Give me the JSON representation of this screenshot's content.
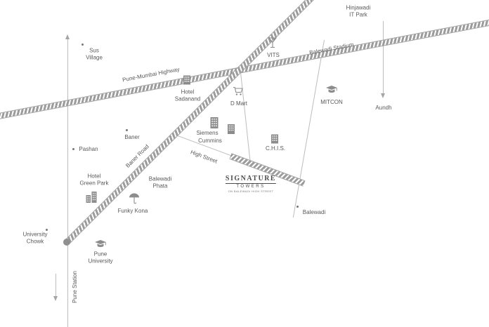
{
  "map": {
    "roads": {
      "pune_mumbai_highway": "Pune-Mumbai Highway",
      "baner_road": "Baner Road",
      "high_street": "High Street",
      "balewadi_stadium": "Balewadi Stadium",
      "pune_station": "Pune Station"
    },
    "places": {
      "sus_village": {
        "line1": "Sus",
        "line2": "Village"
      },
      "hinjawadi": {
        "line1": "Hinjawadi",
        "line2": "IT Park"
      },
      "vits": "VITS",
      "hotel_sadanand": {
        "line1": "Hotel",
        "line2": "Sadanand"
      },
      "d_mart": "D Mart",
      "mitcon": "MITCON",
      "aundh": "Aundh",
      "baner": "Baner",
      "pashan": "Pashan",
      "siemens": "Siemens",
      "cummins": "Cummins",
      "chis": "C.H.I.S.",
      "hotel_green_park": {
        "line1": "Hotel",
        "line2": "Green Park"
      },
      "balewadi_phata": {
        "line1": "Balewadi",
        "line2": "Phata"
      },
      "funky_kona": "Funky Kona",
      "balewadi": "Balewadi",
      "university_chowk": {
        "line1": "University",
        "line2": "Chowk"
      },
      "pune_university": {
        "line1": "Pune",
        "line2": "University"
      }
    },
    "logo": {
      "name": "SIGNATURE",
      "sub": "TOWERS",
      "tagline": "ON BALEWADI HIGH STREET"
    },
    "colors": {
      "road": "#9c9c9c",
      "thin_road": "#bcbcbc",
      "text": "#595959",
      "icon": "#8c8c8c",
      "logo": "#4d4d4d",
      "background": "#ffffff"
    }
  }
}
